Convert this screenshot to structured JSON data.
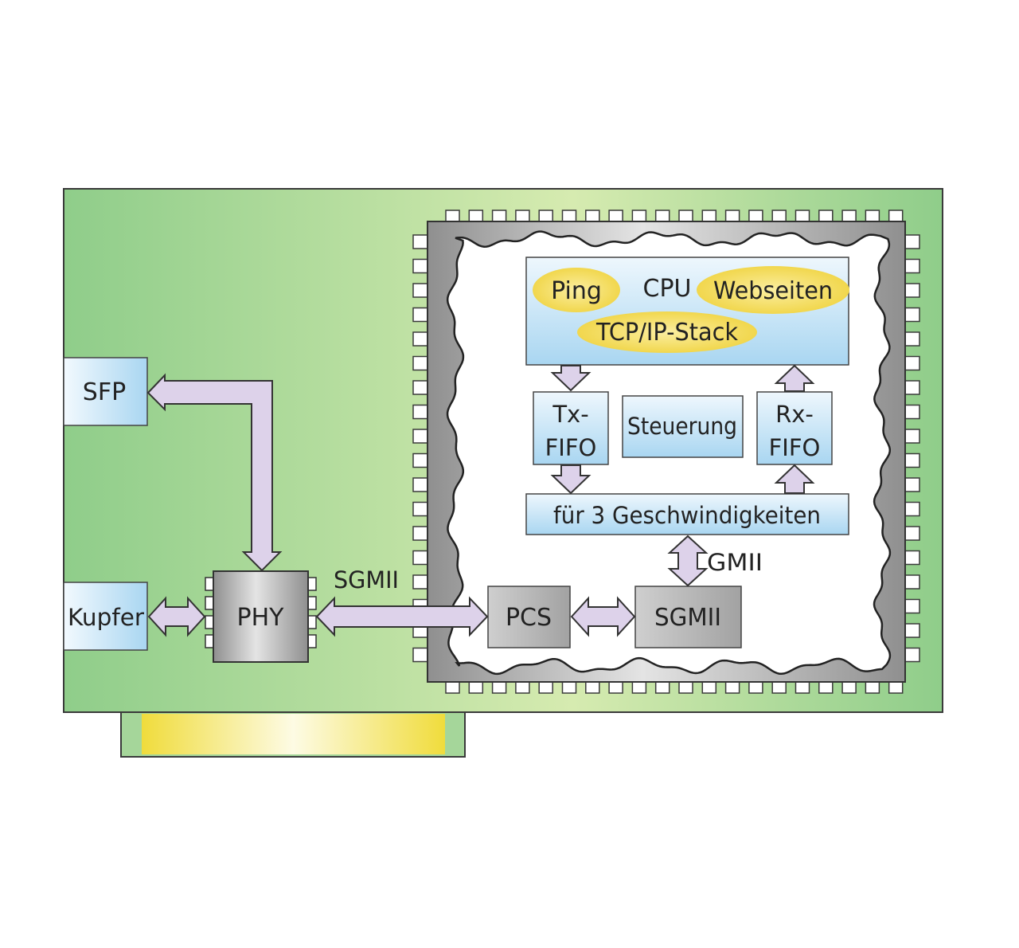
{
  "labels": {
    "sfp": "SFP",
    "kupfer": "Kupfer",
    "phy": "PHY",
    "sgmii_link": "SGMII",
    "cpu": "CPU",
    "ping": "Ping",
    "webseiten": "Webseiten",
    "tcp_ip_stack": "TCP/IP-Stack",
    "tx_fifo_line1": "Tx-",
    "tx_fifo_line2": "FIFO",
    "steuerung": "Steuerung",
    "rx_fifo_line1": "Rx-",
    "rx_fifo_line2": "FIFO",
    "speed_block": "für 3 Geschwindigkeiten",
    "gmii": "GMII",
    "pcs": "PCS",
    "sgmii_block": "SGMII"
  },
  "colors": {
    "board_edge": "#8fcd8a",
    "board_center": "#d6ebb0",
    "block_light": "#eef7fd",
    "block_blue": "#b5dcf3",
    "ellipse": "#f5dc5e",
    "arrow_fill": "#ddd2ea",
    "chip_gray": "#a8a8a8",
    "gold_contact": "#f2e24d"
  }
}
